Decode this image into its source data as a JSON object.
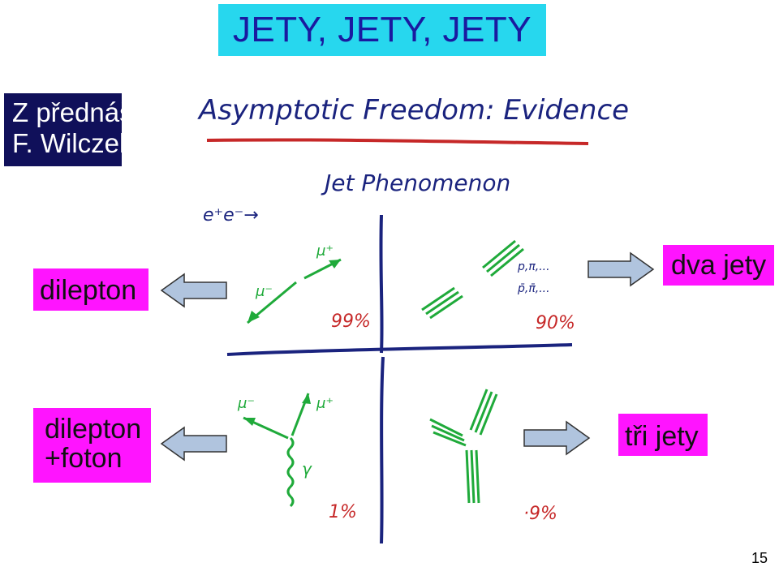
{
  "slide": {
    "title": "JETY, JETY, JETY",
    "source_line1": "Z přednášky",
    "source_line2": "F. Wilczeka",
    "page_number": "15"
  },
  "labels": {
    "dilepton": "dilepton",
    "dilepton_foton_line1": "dilepton",
    "dilepton_foton_line2": "+foton",
    "dva_jety": "dva jety",
    "tri_jety": "tři jety"
  },
  "handwritten": {
    "heading": "Asymptotic Freedom: Evidence",
    "subheading": "Jet Phenomenon",
    "reaction": "e⁺e⁻→",
    "q1_upper": "μ⁺",
    "q1_lower": "μ⁻",
    "q1_percent": "99%",
    "q2_label1": "p,π,...",
    "q2_label2": "p̄,π̄,...",
    "q2_percent": "90%",
    "q3_mu_minus": "μ⁻",
    "q3_mu_plus": "μ⁺",
    "q3_gamma": "γ",
    "q3_percent": "1%",
    "q4_percent": "·9%"
  },
  "colors": {
    "title_bg": "#27d7ee",
    "title_text": "#1a1aa0",
    "source_bg": "#10105a",
    "label_bg": "#ff14ff",
    "ink_blue": "#1a237e",
    "ink_red": "#c62828",
    "ink_green": "#1faa3a",
    "arrow_fill": "#b0c4de"
  }
}
